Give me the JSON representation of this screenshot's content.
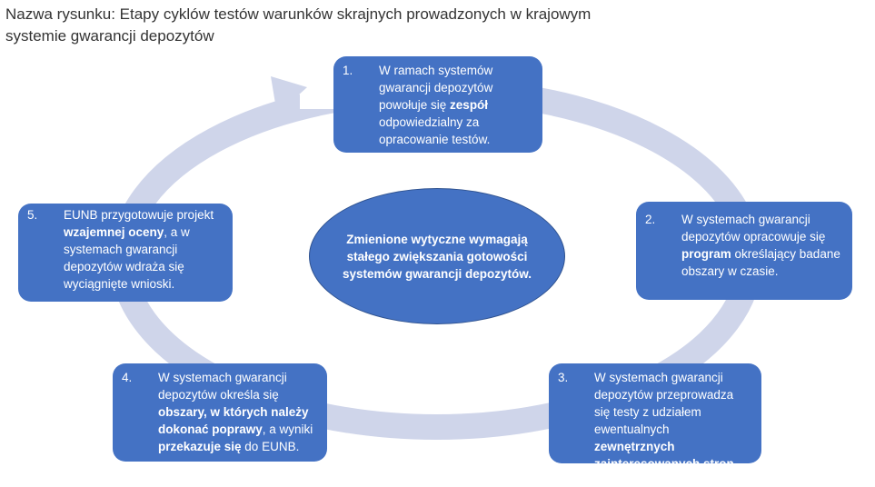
{
  "title": "Nazwa rysunku: Etapy cyklów testów warunków skrajnych prowadzonych w krajowym systemie gwarancji depozytów",
  "center": "Zmienione wytyczne wymagają stałego zwiększania gotowości systemów gwarancji depozytów.",
  "colors": {
    "box": "#4472c4",
    "ring": "#cfd5ea"
  },
  "steps": [
    {
      "num": "1.",
      "parts": [
        {
          "t": "W ramach systemów gwarancji depozytów powołuje się "
        },
        {
          "t": "zespół",
          "b": true
        },
        {
          "t": " odpowiedzialny za opracowanie testów."
        }
      ]
    },
    {
      "num": "2.",
      "parts": [
        {
          "t": "W systemach gwarancji depozytów opracowuje się "
        },
        {
          "t": "program",
          "b": true
        },
        {
          "t": " określający badane obszary w czasie."
        }
      ]
    },
    {
      "num": "3.",
      "parts": [
        {
          "t": "W systemach gwarancji depozytów przeprowadza się testy z udziałem ewentualnych "
        },
        {
          "t": "zewnętrznych zainteresowanych stron",
          "b": true
        },
        {
          "t": "."
        }
      ]
    },
    {
      "num": "4.",
      "parts": [
        {
          "t": "W systemach gwarancji depozytów określa się "
        },
        {
          "t": "obszary, w których należy dokonać poprawy",
          "b": true
        },
        {
          "t": ", a wyniki "
        },
        {
          "t": "przekazuje się",
          "b": true
        },
        {
          "t": " do EUNB."
        }
      ]
    },
    {
      "num": "5.",
      "parts": [
        {
          "t": "EUNB przygotowuje projekt "
        },
        {
          "t": "wzajemnej oceny",
          "b": true
        },
        {
          "t": ", a w systemach gwarancji depozytów wdraża się wyciągnięte wnioski."
        }
      ]
    }
  ]
}
